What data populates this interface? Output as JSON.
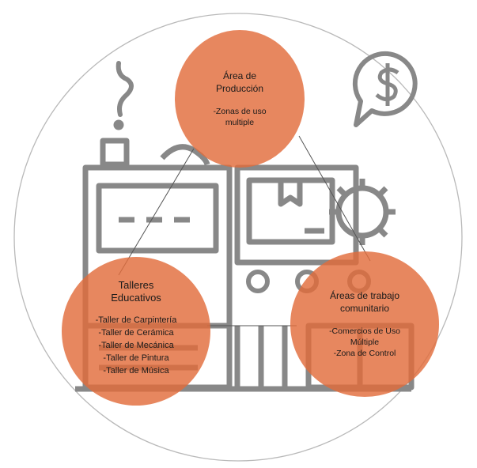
{
  "nodes": {
    "top": {
      "title": "Área de\nProducción",
      "items": [
        "-Zonas de uso\nmultiple"
      ]
    },
    "left": {
      "title": "Talleres\nEducativos",
      "items": [
        "-Taller de Carpintería",
        "-Taller de Cerámica",
        "-Taller de Mecánica",
        "-Taller de Pintura",
        "-Taller de Música"
      ]
    },
    "right": {
      "title": "Áreas de trabajo\ncomunitario",
      "items": [
        "-Comercios de Uso\nMúltiple",
        "-Zona de Control"
      ]
    }
  },
  "colors": {
    "node_fill": "#e26c3c",
    "icon_stroke": "#888888",
    "outer_circle": "#b9b9b9",
    "connector": "#555555"
  },
  "icons": [
    "factory-icon",
    "question-mark-icon",
    "dollar-speech-bubble-icon",
    "gear-icon",
    "box-icon"
  ]
}
